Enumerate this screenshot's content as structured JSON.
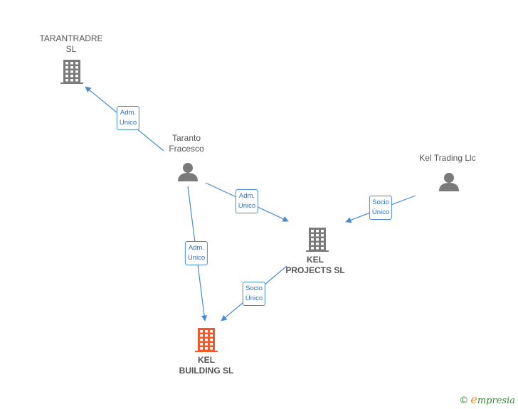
{
  "nodes": [
    {
      "id": "tarantradre",
      "type": "company",
      "label_lines": [
        "TARANTRADRE",
        "SL"
      ],
      "highlight": false
    },
    {
      "id": "taranto",
      "type": "person",
      "label_lines": [
        "Taranto",
        "Fracesco"
      ],
      "highlight": false
    },
    {
      "id": "kel-trading",
      "type": "person",
      "label_lines": [
        "Kel Trading Llc"
      ],
      "highlight": false
    },
    {
      "id": "kel-projects",
      "type": "company",
      "label_lines": [
        "KEL",
        "PROJECTS  SL"
      ],
      "highlight": false
    },
    {
      "id": "kel-building",
      "type": "company",
      "label_lines": [
        "KEL",
        "BUILDING  SL"
      ],
      "highlight": true
    }
  ],
  "edges": [
    {
      "from": "taranto",
      "to": "tarantradre",
      "label_lines": [
        "Adm.",
        "Unico"
      ]
    },
    {
      "from": "taranto",
      "to": "kel-projects",
      "label_lines": [
        "Adm.",
        "Unico"
      ]
    },
    {
      "from": "taranto",
      "to": "kel-building",
      "label_lines": [
        "Adm.",
        "Unico"
      ]
    },
    {
      "from": "kel-trading",
      "to": "kel-projects",
      "label_lines": [
        "Socio",
        "Único"
      ]
    },
    {
      "from": "kel-projects",
      "to": "kel-building",
      "label_lines": [
        "Socio",
        "Único"
      ]
    }
  ],
  "colors": {
    "edge": "#4a8ad4",
    "node": "#7a7a7a",
    "highlight": "#f2592a"
  },
  "footer": {
    "copyright": "©",
    "brand_initial": "e",
    "brand_rest": "mpresia"
  }
}
